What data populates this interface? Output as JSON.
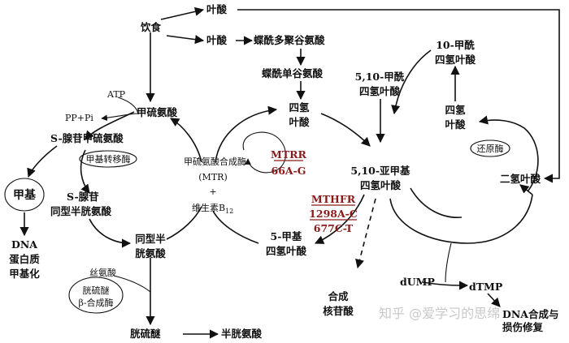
{
  "nodes": {
    "diet": "饮食",
    "folate_top": "叶酸",
    "folate_mid": "叶酸",
    "pteroyl_poly": "蝶酰多聚谷氨酸",
    "pteroyl_mono": "蝶酰单谷氨酸",
    "thf_left_1": "四氢",
    "thf_left_2": "叶酸",
    "methenyl_thf_1": "5,10-甲酰",
    "methenyl_thf_2": "四氢叶酸",
    "formyl_thf_1": "10-甲酰",
    "formyl_thf_2": "四氢叶酸",
    "thf_right_1": "四氢",
    "thf_right_2": "叶酸",
    "dhf": "二氢叶酸",
    "methylene_thf_1": "5,10-亚甲基",
    "methylene_thf_2": "四氢叶酸",
    "methyl_thf_1": "5-甲基",
    "methyl_thf_2": "四氢叶酸",
    "nucleotide_1": "合成",
    "nucleotide_2": "核苷酸",
    "dump": "dUMP",
    "dtmp": "dTMP",
    "dna_repair_1": "DNA合成与",
    "dna_repair_2": "损伤修复",
    "methionine": "甲硫氨酸",
    "atp": "ATP",
    "pp_pi": "PP+Pi",
    "sam": "S-腺苷甲硫氨酸",
    "methyltransferase": "甲基转移酶",
    "methyl": "甲基",
    "dna_1": "DNA",
    "dna_2": "蛋白质",
    "dna_3": "甲基化",
    "sah_1": "S-腺苷",
    "sah_2": "同型半胱氨酸",
    "homocysteine_1": "同型半",
    "homocysteine_2": "胱氨酸",
    "serine": "丝氨酸",
    "cbs_1": "胱硫醚",
    "cbs_2": "β-合成酶",
    "cystathionine": "胱硫醚",
    "cysteine": "半胱氨酸",
    "mtr_1": "甲硫氨酸合成酶",
    "mtr_2": "(MTR)",
    "mtr_plus": "+",
    "b12": "维生素B",
    "b12_sub": "12",
    "reductase": "还原酶"
  },
  "genes": {
    "mtrr_name": "MTRR",
    "mtrr_variant": "66A-G",
    "mthfr_name": "MTHFR",
    "mthfr_variant_1": "1298A-C",
    "mthfr_variant_2": "677C-T"
  },
  "watermark": "知乎 @爱学习的思绵",
  "colors": {
    "ink": "#111111",
    "gene_red": "#8b1a1a",
    "watermark": "#c9c9c9",
    "background": "#ffffff"
  }
}
